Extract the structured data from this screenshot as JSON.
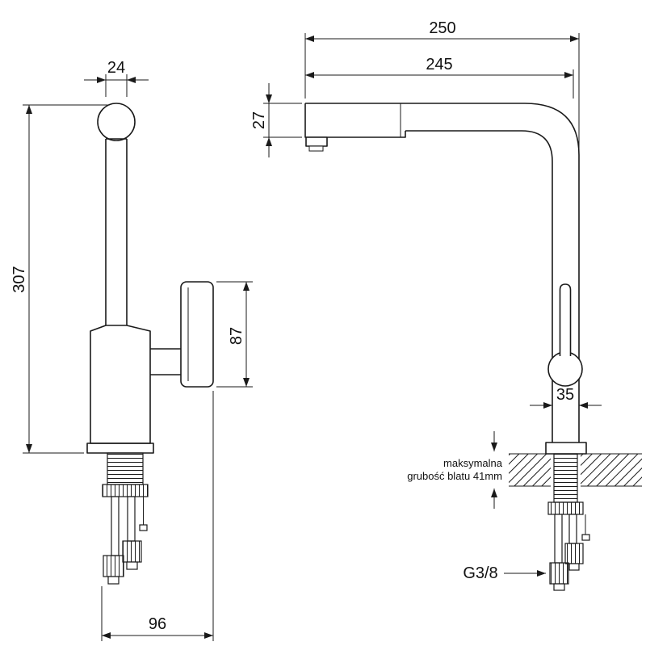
{
  "meta": {
    "ink": "#1a1a1a",
    "background": "#ffffff"
  },
  "left_view": {
    "dim_spout_width": "24",
    "dim_total_height": "307",
    "dim_handle_height": "87",
    "dim_base_span": "96"
  },
  "right_view": {
    "dim_overall_reach": "250",
    "dim_spout_reach": "245",
    "dim_spout_height": "27",
    "dim_column_width": "35",
    "counter_note_line1": "maksymalna",
    "counter_note_line2": "grubość blatu 41mm",
    "thread_size": "G3/8"
  }
}
